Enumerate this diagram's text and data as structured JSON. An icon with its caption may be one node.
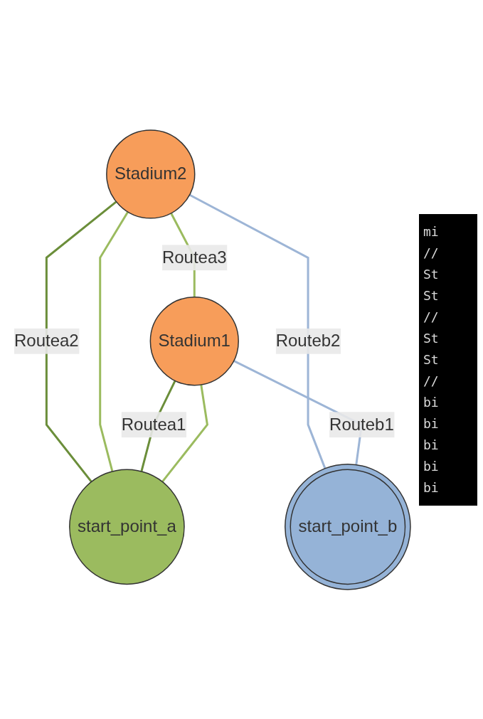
{
  "diagram": {
    "nodes": [
      {
        "text": [
          "Stadium2"
        ]
      },
      {
        "text": [
          "Stadium1"
        ]
      },
      {
        "text": [
          "start_point_a"
        ]
      },
      {
        "text": [
          "start_point_b"
        ]
      }
    ],
    "edges": [
      {
        "from": 0,
        "to": 1,
        "arrow": "none",
        "label": "Routea3"
      },
      {
        "from": 0,
        "to": 2,
        "arrow": "none",
        "label": "Routea2",
        "color": "#6b8e3a"
      },
      {
        "from": 0,
        "to": 2,
        "arrow": "none"
      },
      {
        "from": 1,
        "to": 2,
        "arrow": "none",
        "label": "Routea1",
        "color": "#6b8e3a"
      },
      {
        "from": 1,
        "to": 2,
        "arrow": "none"
      },
      {
        "from": 0,
        "to": 3,
        "arrow": "none",
        "label": "Routeb2",
        "color": "#9db5d6"
      },
      {
        "from": 1,
        "to": 3,
        "arrow": "none",
        "label": "Routeb1",
        "color": "#9db5d6"
      }
    ],
    "labels": [
      "mi",
      "//",
      "St",
      "St",
      "//",
      "St",
      "St",
      "//",
      "bi",
      "bi",
      "bi",
      "bi",
      "bi"
    ]
  }
}
